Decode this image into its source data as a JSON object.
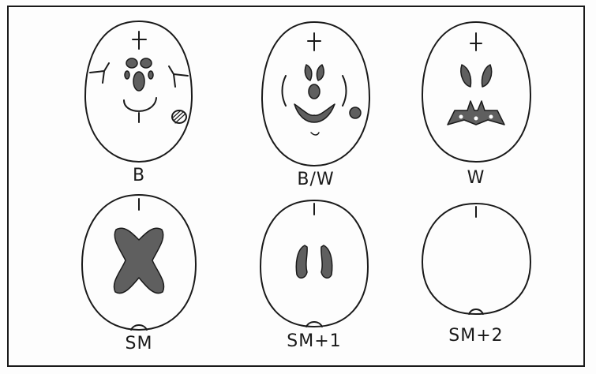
{
  "panels": [
    {
      "id": "b",
      "label": "B"
    },
    {
      "id": "bw",
      "label": "B/W"
    },
    {
      "id": "w",
      "label": "W"
    },
    {
      "id": "sm",
      "label": "SM"
    },
    {
      "id": "sm1",
      "label": "SM+1"
    },
    {
      "id": "sm2",
      "label": "SM+2"
    }
  ],
  "colors": {
    "ink": "#1a1a1a",
    "fill": "#5f5f5f"
  }
}
